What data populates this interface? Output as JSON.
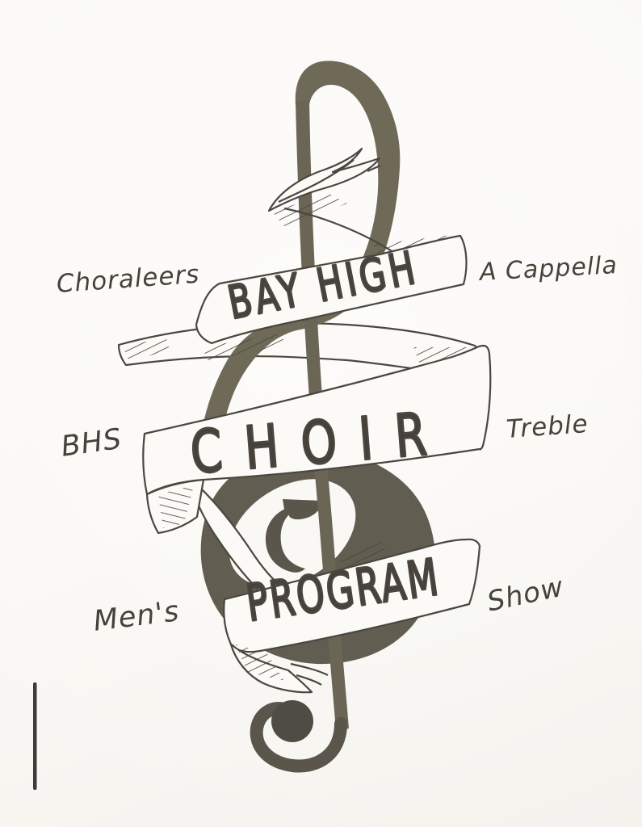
{
  "page": {
    "paper_color": "#faf8f4",
    "ink_color": "#46423a",
    "clef_color": "#6f6a58",
    "clef_shade": "#615d50",
    "outline_color": "#4b4640"
  },
  "illustration": {
    "icon": "treble-clef-icon",
    "style": "hand-drawn treble clef wrapped by ribbon banners"
  },
  "banners": [
    {
      "id": "top",
      "label": "BAY HIGH"
    },
    {
      "id": "middle",
      "label": "CHOIR"
    },
    {
      "id": "bottom",
      "label": "PROGRAM"
    }
  ],
  "side_labels": [
    {
      "id": "top-left",
      "text": "Choraleers"
    },
    {
      "id": "top-right",
      "text": "A Cappella"
    },
    {
      "id": "middle-left",
      "text": "BHS"
    },
    {
      "id": "middle-right",
      "text": "Treble"
    },
    {
      "id": "bottom-left",
      "text": "Men's"
    },
    {
      "id": "bottom-right",
      "text": "Show"
    }
  ]
}
